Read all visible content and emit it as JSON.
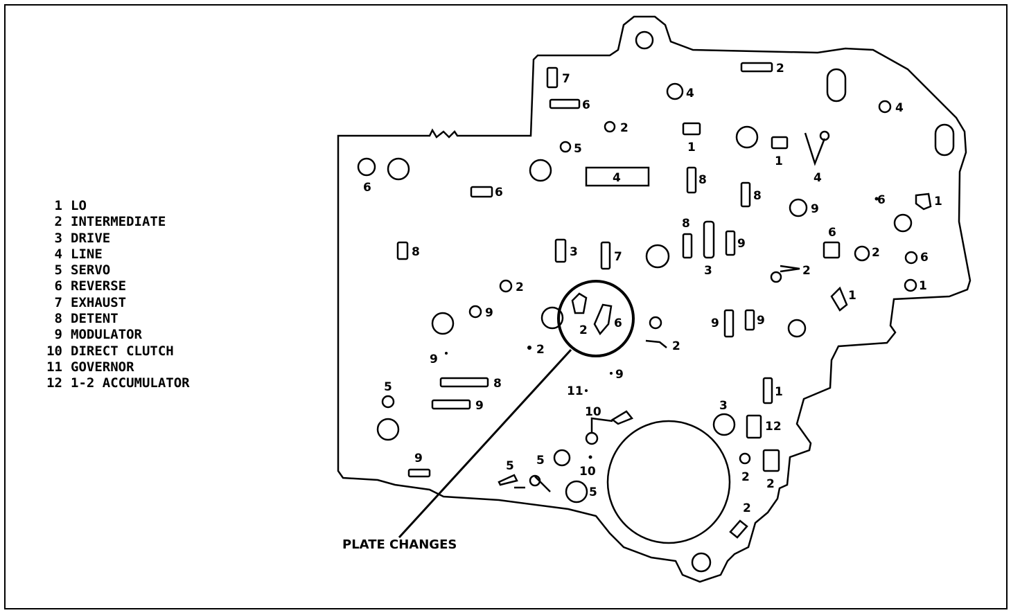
{
  "legend": [
    {
      "num": "1",
      "label": "LO"
    },
    {
      "num": "2",
      "label": "INTERMEDIATE"
    },
    {
      "num": "3",
      "label": "DRIVE"
    },
    {
      "num": "4",
      "label": "LINE"
    },
    {
      "num": "5",
      "label": "SERVO"
    },
    {
      "num": "6",
      "label": "REVERSE"
    },
    {
      "num": "7",
      "label": "EXHAUST"
    },
    {
      "num": "8",
      "label": "DETENT"
    },
    {
      "num": "9",
      "label": "MODULATOR"
    },
    {
      "num": "10",
      "label": "DIRECT CLUTCH"
    },
    {
      "num": "11",
      "label": "GOVERNOR"
    },
    {
      "num": "12",
      "label": "1-2 ACCUMULATOR"
    }
  ],
  "callout": "PLATE CHANGES",
  "port_labels": [
    "1",
    "2",
    "3",
    "4",
    "5",
    "6",
    "7",
    "8",
    "9",
    "10",
    "11",
    "12"
  ]
}
